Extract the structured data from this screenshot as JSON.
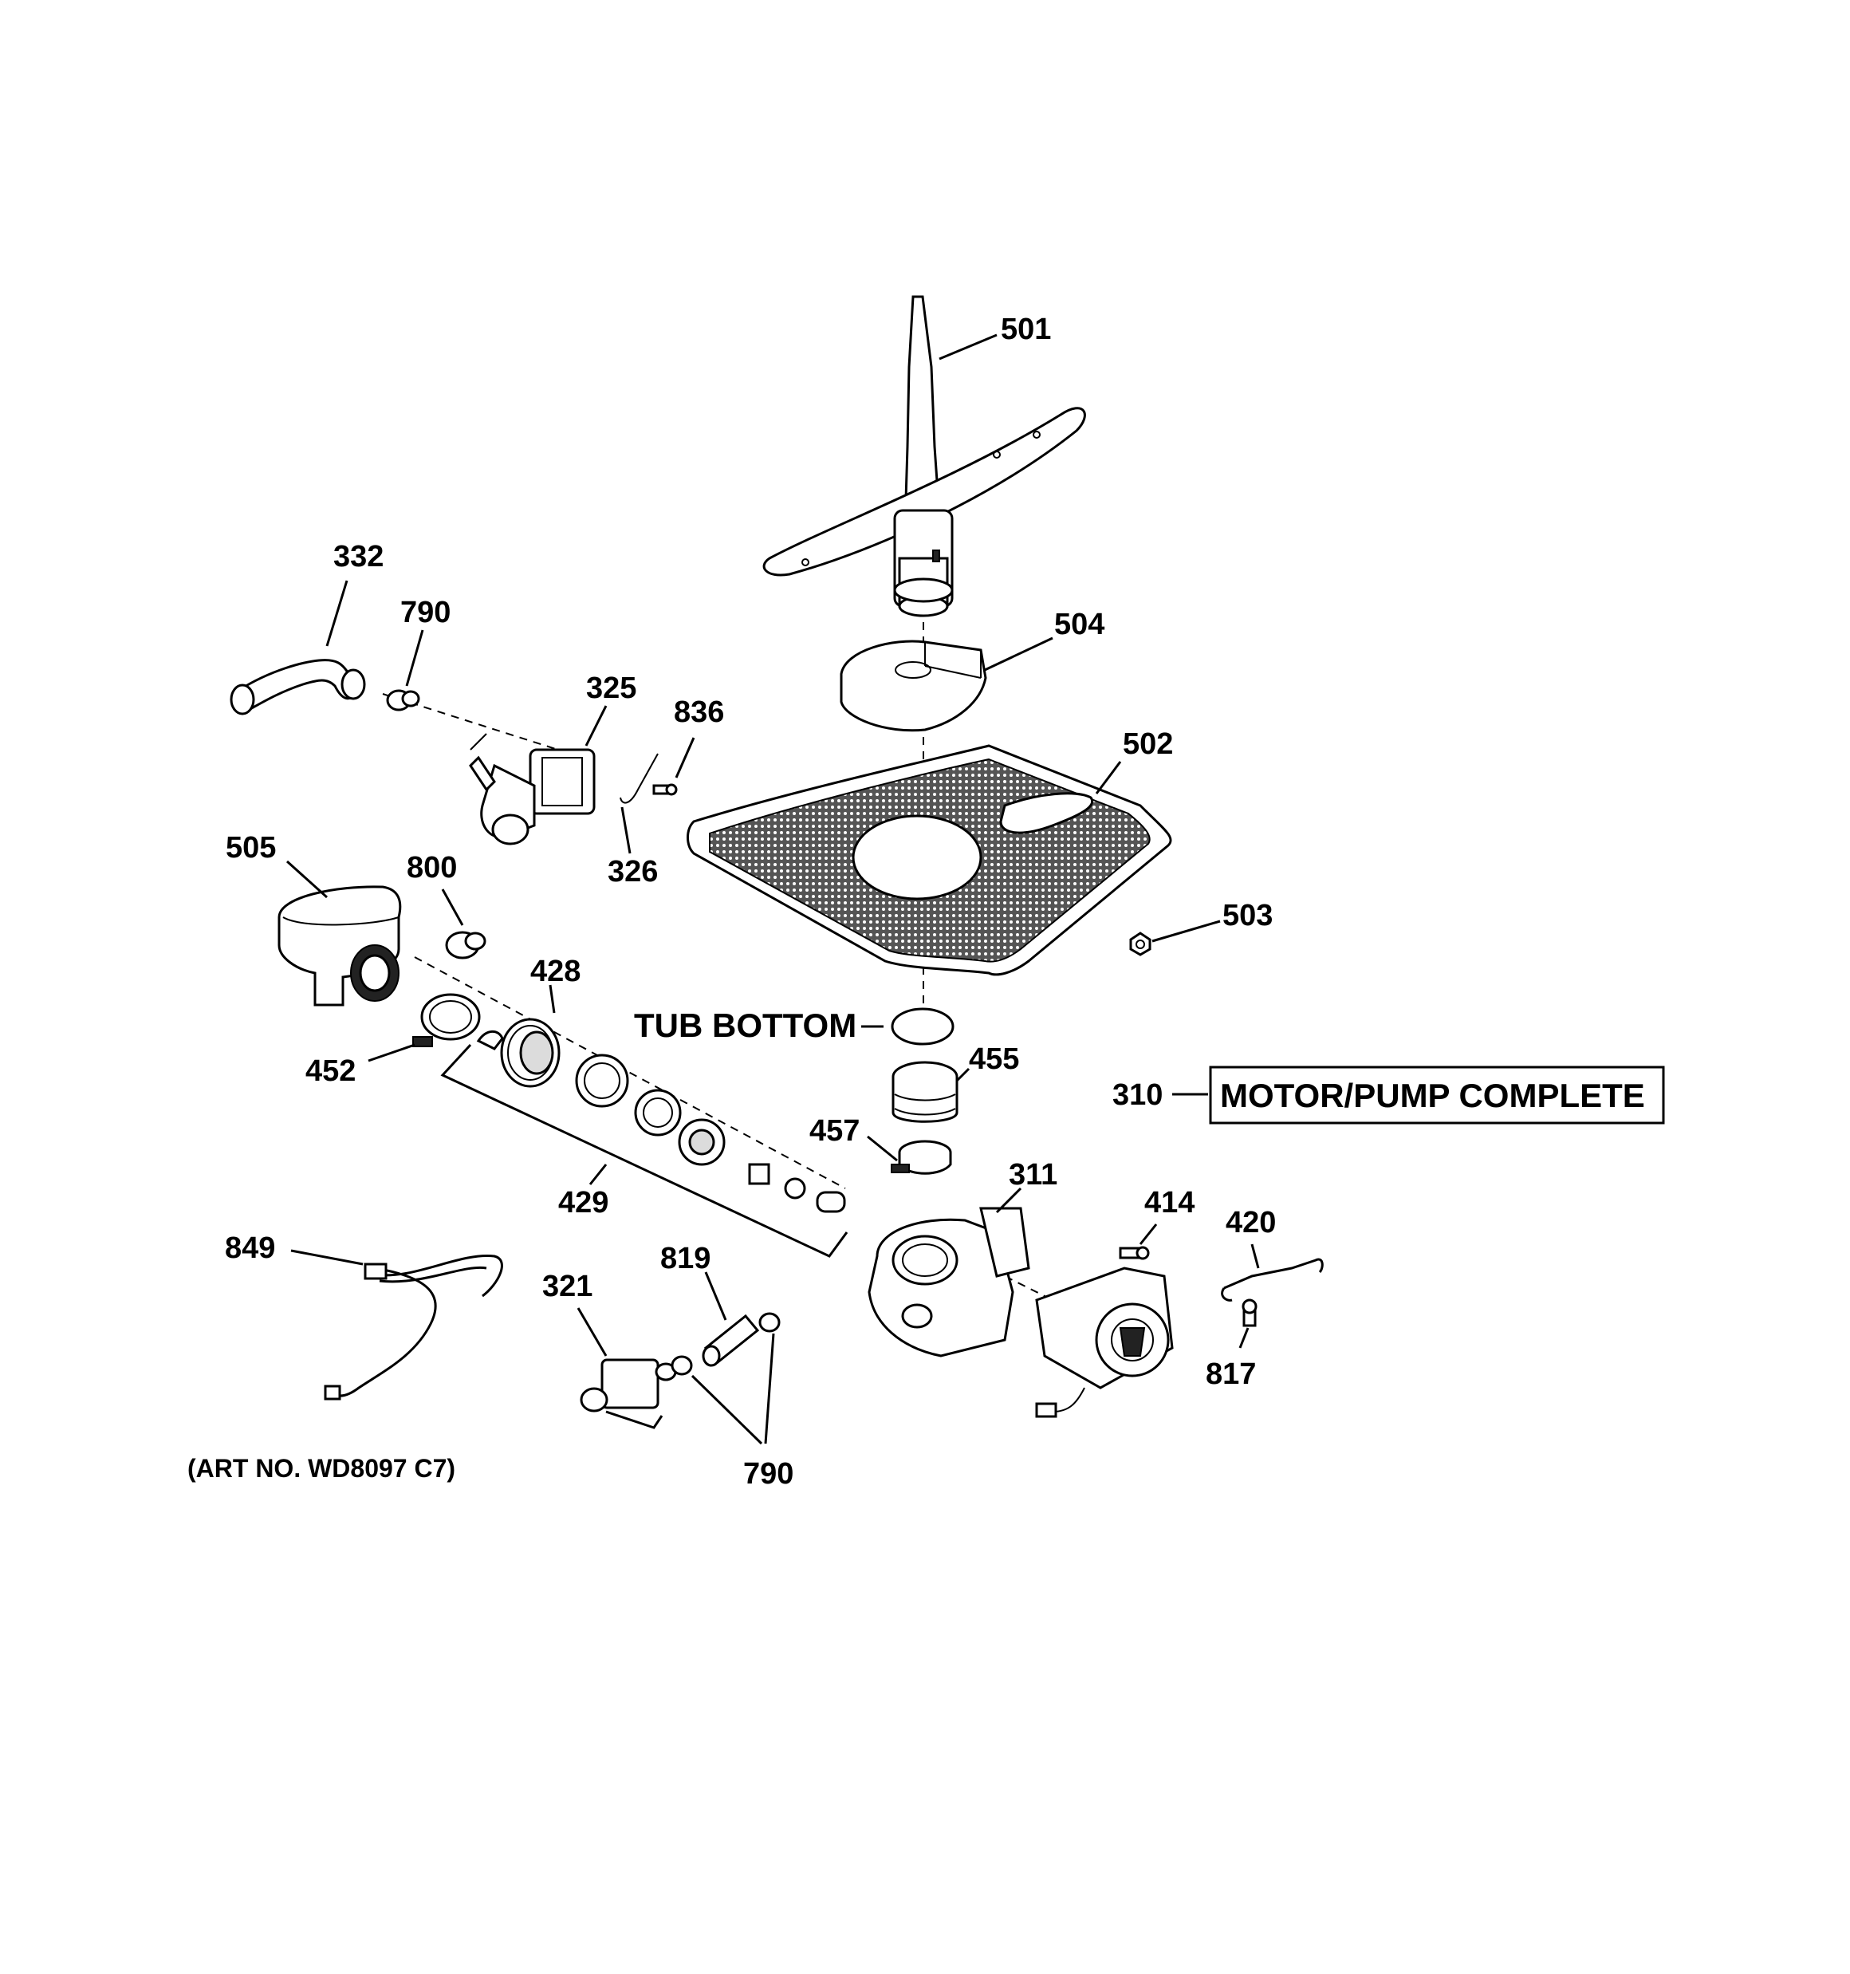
{
  "labels": {
    "p501": "501",
    "p504": "504",
    "p502": "502",
    "p503": "503",
    "p332": "332",
    "p790a": "790",
    "p325": "325",
    "p836": "836",
    "p326": "326",
    "p505": "505",
    "p800": "800",
    "p428": "428",
    "p452": "452",
    "p429": "429",
    "p455": "455",
    "p457": "457",
    "p311": "311",
    "p414": "414",
    "p420": "420",
    "p817": "817",
    "p849": "849",
    "p321": "321",
    "p819": "819",
    "p790b": "790",
    "p310": "310"
  },
  "tub_bottom": "TUB BOTTOM",
  "motor_pump_box": "MOTOR/PUMP COMPLETE",
  "art_number": "(ART NO. WD8097 C7)"
}
